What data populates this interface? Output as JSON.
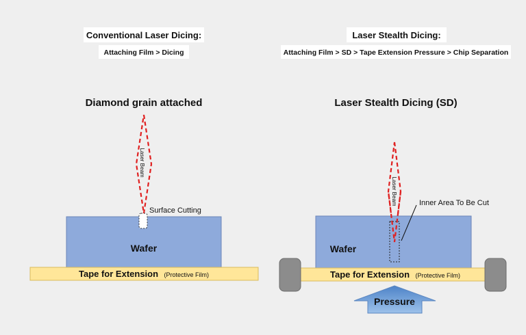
{
  "left": {
    "heading": "Conventional Laser Dicing:",
    "steps": "Attaching Film > Dicing",
    "subtitle": "Diamond grain attached",
    "beam_label": "Laser Beam",
    "cut_label": "Surface Cutting",
    "wafer_label": "Wafer",
    "tape_label": "Tape for Extension",
    "tape_note": "(Protective Film)"
  },
  "right": {
    "heading": "Laser Stealth Dicing:",
    "steps": "Attaching Film > SD > Tape Extension Pressure > Chip Separation",
    "subtitle": "Laser Stealth Dicing (SD)",
    "beam_label": "Laser Beam",
    "cut_label": "Inner Area To Be Cut",
    "wafer_label": "Wafer",
    "tape_label": "Tape for Extension",
    "tape_note": "(Protective Film)",
    "pressure_label": "Pressure"
  },
  "colors": {
    "background": "#efefef",
    "wafer": "#8eaadb",
    "tape": "#ffe699",
    "laser": "#e02020",
    "roller": "#8c8c8c",
    "arrow": "#6f9fd8"
  }
}
